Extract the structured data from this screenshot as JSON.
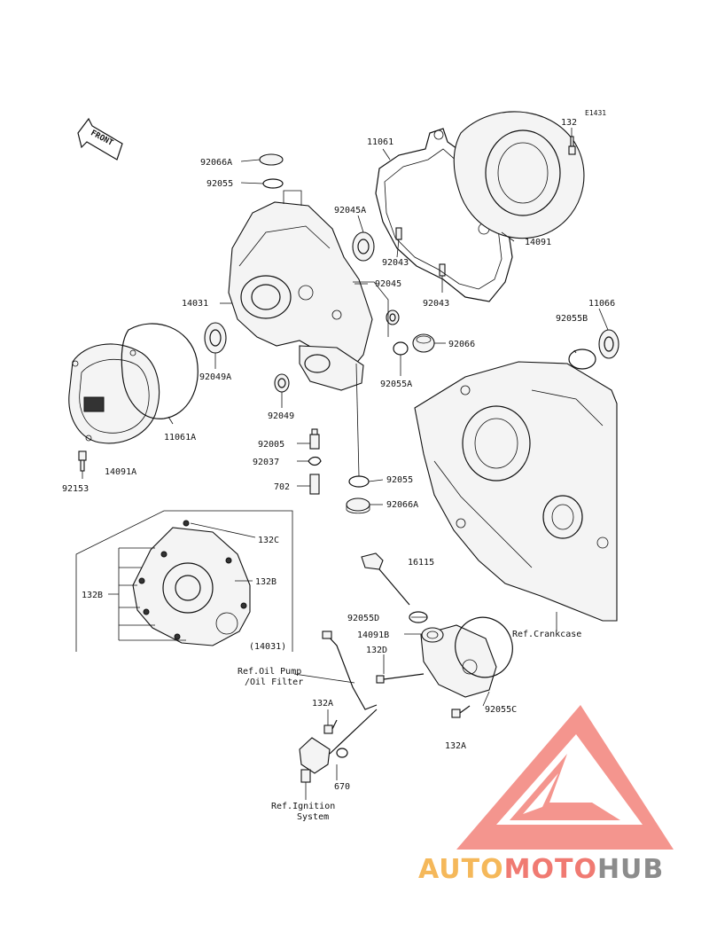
{
  "diagram": {
    "code": "E1431",
    "front_label": "FRONT",
    "callouts": [
      {
        "id": "c-92066a-top",
        "text": "92066A"
      },
      {
        "id": "c-92055-top",
        "text": "92055"
      },
      {
        "id": "c-11061",
        "text": "11061"
      },
      {
        "id": "c-132-top",
        "text": "132"
      },
      {
        "id": "c-92045a",
        "text": "92045A"
      },
      {
        "id": "c-14091",
        "text": "14091"
      },
      {
        "id": "c-92043-a",
        "text": "92043"
      },
      {
        "id": "c-92045",
        "text": "92045"
      },
      {
        "id": "c-92043-b",
        "text": "92043"
      },
      {
        "id": "c-14031",
        "text": "14031"
      },
      {
        "id": "c-11066",
        "text": "11066"
      },
      {
        "id": "c-92055b",
        "text": "92055B"
      },
      {
        "id": "c-92066",
        "text": "92066"
      },
      {
        "id": "c-92049a",
        "text": "92049A"
      },
      {
        "id": "c-92055a",
        "text": "92055A"
      },
      {
        "id": "c-92049",
        "text": "92049"
      },
      {
        "id": "c-11061a",
        "text": "11061A"
      },
      {
        "id": "c-92005",
        "text": "92005"
      },
      {
        "id": "c-14091a",
        "text": "14091A"
      },
      {
        "id": "c-92037",
        "text": "92037"
      },
      {
        "id": "c-702",
        "text": "702"
      },
      {
        "id": "c-92055-mid",
        "text": "92055"
      },
      {
        "id": "c-92153",
        "text": "92153"
      },
      {
        "id": "c-92066a-mid",
        "text": "92066A"
      },
      {
        "id": "c-132c",
        "text": "132C"
      },
      {
        "id": "c-132b-right",
        "text": "132B"
      },
      {
        "id": "c-132b-left",
        "text": "132B"
      },
      {
        "id": "c-16115",
        "text": "16115"
      },
      {
        "id": "c-92055d",
        "text": "92055D"
      },
      {
        "id": "c-ref-crankcase",
        "text": "Ref.Crankcase"
      },
      {
        "id": "c-14091b",
        "text": "14091B"
      },
      {
        "id": "c-14031-paren",
        "text": "(14031)"
      },
      {
        "id": "c-132d",
        "text": "132D"
      },
      {
        "id": "c-ref-oil-1",
        "text": "Ref.Oil Pump"
      },
      {
        "id": "c-ref-oil-2",
        "text": "/Oil Filter"
      },
      {
        "id": "c-132a-left",
        "text": "132A"
      },
      {
        "id": "c-92055c",
        "text": "92055C"
      },
      {
        "id": "c-132a-right",
        "text": "132A"
      },
      {
        "id": "c-670",
        "text": "670"
      },
      {
        "id": "c-ref-ign-1",
        "text": "Ref.Ignition"
      },
      {
        "id": "c-ref-ign-2",
        "text": "System"
      }
    ]
  },
  "watermark": {
    "part1": "AUTO",
    "part2": "MOTO",
    "part3": "HUB",
    "color_auto": "#f5b85a",
    "color_moto": "#f07a72",
    "color_hub": "#8c8c8c",
    "logo_color": "#f06a60"
  }
}
